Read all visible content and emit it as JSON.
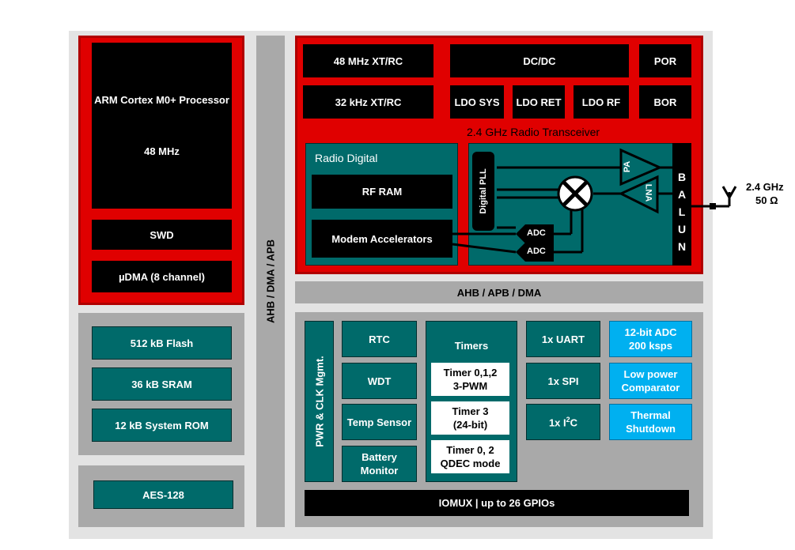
{
  "cpu": {
    "processor": "ARM Cortex M0+ Processor",
    "frequency": "48 MHz",
    "swd": "SWD",
    "udma": "µDMA (8 channel)"
  },
  "memory": {
    "flash": "512 kB Flash",
    "sram": "36 kB SRAM",
    "rom": "12 kB System ROM"
  },
  "security": {
    "aes": "AES-128"
  },
  "buses": {
    "vertical": "AHB / DMA / APB",
    "horizontal": "AHB / APB / DMA"
  },
  "clocks_power": {
    "xtal48": "48 MHz XT/RC",
    "xtal32": "32 kHz XT/RC",
    "dcdc": "DC/DC",
    "ldo_sys": "LDO SYS",
    "ldo_ret": "LDO RET",
    "ldo_rf": "LDO RF",
    "por": "POR",
    "bor": "BOR"
  },
  "radio": {
    "title": "2.4 GHz Radio Transceiver",
    "digital_title": "Radio Digital",
    "rf_ram": "RF RAM",
    "modem": "Modem Accelerators",
    "pll": "Digital PLL",
    "adc1": "ADC",
    "adc2": "ADC",
    "pa": "PA",
    "lna": "LNA",
    "balun": "B A L U N",
    "antenna_freq": "2.4 GHz",
    "antenna_impedance": "50 Ω"
  },
  "peripherals": {
    "pwr_clk": "PWR & CLK Mgmt.",
    "rtc": "RTC",
    "wdt": "WDT",
    "temp": "Temp Sensor",
    "battery": "Battery\nMonitor",
    "timers_title": "Timers",
    "timer1": "Timer 0,1,2\n3-PWM",
    "timer2": "Timer 3\n(24-bit)",
    "timer3": "Timer 0, 2\nQDEC mode",
    "uart": "1x UART",
    "spi": "1x SPI",
    "i2c": "1x I",
    "i2c_sup": "2",
    "i2c_suffix": "C",
    "adc": "12-bit ADC\n200 ksps",
    "comparator": "Low power\nComparator",
    "thermal": "Thermal\nShutdown",
    "iomux": "IOMUX | up to 26 GPIOs"
  },
  "colors": {
    "red": "#e00000",
    "teal": "#006a6a",
    "blue": "#00b0f0",
    "gray": "#a9a9a9",
    "background": "#e3e3e3"
  }
}
